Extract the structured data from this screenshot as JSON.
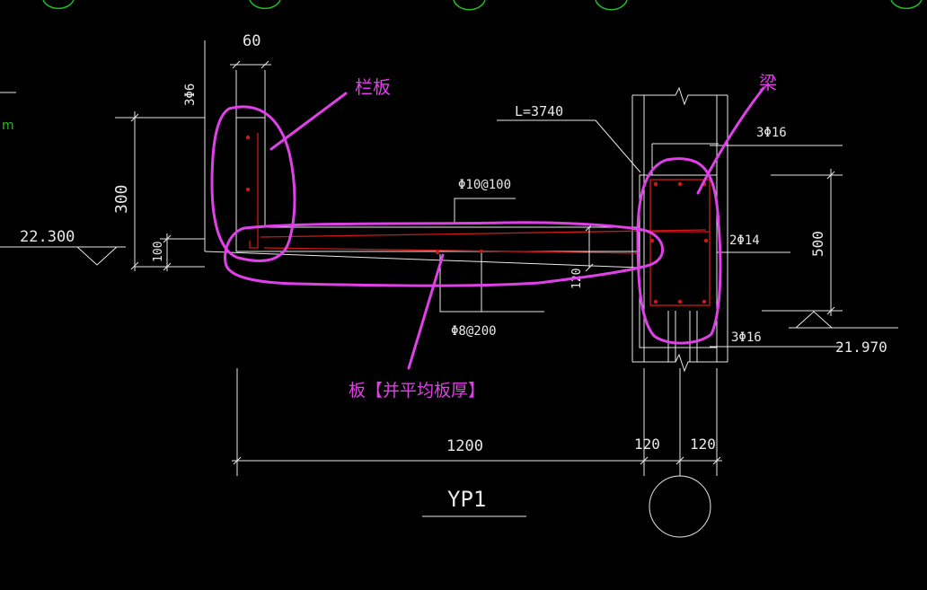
{
  "colors": {
    "background": "#000000",
    "line": "#e8e8e8",
    "rebar": "#d01818",
    "annotation": "#e040e8",
    "grid_bubble": "#20c020",
    "edge_text": "#20c020"
  },
  "edge_text": "m",
  "dims": {
    "parapet_width": "60",
    "parapet_height": "300",
    "parapet_thickness": "100",
    "slab_thickness": "120",
    "beam_depth": "500",
    "cantilever_length": "1200",
    "beam_half_left": "120",
    "beam_half_right": "120"
  },
  "levels": {
    "left": "22.300",
    "right": "21.970"
  },
  "rebar": {
    "parapet_bars": "3Φ6",
    "bar_length": "L=3740",
    "slab_top": "Φ10@100",
    "slab_bottom": "Φ8@200",
    "beam_top": "3Φ16",
    "beam_side": "2Φ14",
    "beam_bottom": "3Φ16"
  },
  "title": "YP1",
  "annotations": {
    "parapet": "栏板",
    "beam": "梁",
    "slab": "板【并平均板厚】"
  },
  "icons": [
    "grid-bubble-icon",
    "elevation-mark-icon",
    "break-line-icon"
  ]
}
